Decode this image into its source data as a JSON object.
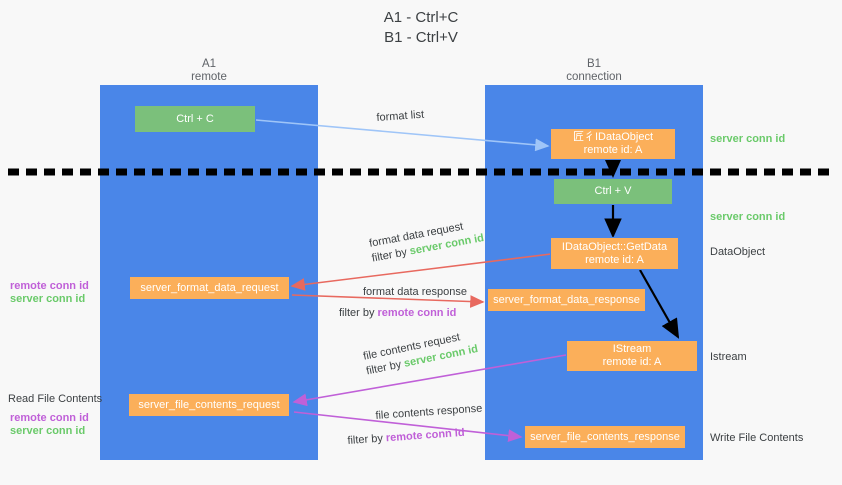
{
  "title": {
    "line1": "A1 - Ctrl+C",
    "line2": "B1 - Ctrl+V"
  },
  "lanes": [
    {
      "name": "A1",
      "sub": "remote"
    },
    {
      "name": "B1",
      "sub": "connection"
    }
  ],
  "colors": {
    "lane": "#4a86e8",
    "green_box": "#7bc07b",
    "orange_box": "#fbaf5a",
    "server_conn_id": "#6aca6a",
    "remote_conn_id": "#c060d8",
    "arrow_blue": "#9fc5f8",
    "arrow_red": "#e8695f",
    "arrow_purple": "#c060d8",
    "arrow_black": "#000000",
    "divider": "#000000"
  },
  "boxes": {
    "ctrl_c": {
      "line1": "Ctrl + C"
    },
    "ctrl_v": {
      "line1": "Ctrl + V"
    },
    "idataobject": {
      "line1": "匠彳IDataObject",
      "line2": "remote id: A"
    },
    "getdata": {
      "line1": "IDataObject::GetData",
      "line2": "remote id: A"
    },
    "istream": {
      "line1": "IStream",
      "line2": "remote id: A"
    },
    "format_data_request": {
      "line1": "server_format_data_request"
    },
    "format_data_response": {
      "line1": "server_format_data_response"
    },
    "file_contents_request": {
      "line1": "server_file_contents_request"
    },
    "file_contents_response": {
      "line1": "server_file_contents_response"
    }
  },
  "annotations": {
    "format_list": "format list",
    "format_data_request": "format data request",
    "format_data_request_filter_pre": "filter by ",
    "format_data_request_filter_id": "server conn id",
    "format_data_response": "format data response",
    "format_data_response_filter_pre": "filter by ",
    "format_data_response_filter_id": "remote conn id",
    "file_contents_request": "file contents request",
    "file_contents_request_filter_pre": "filter by ",
    "file_contents_request_filter_id": "server conn id",
    "file_contents_response": "file contents response",
    "file_contents_response_filter_pre": "filter by ",
    "file_contents_response_filter_id": "remote conn id"
  },
  "side_labels": {
    "right_server_conn_id_top": "server conn id",
    "right_server_conn_id_mid": "server conn id",
    "right_dataobject": "DataObject",
    "right_istream": "Istream",
    "right_write_file_contents": "Write File Contents",
    "left_remote_conn_id_1": "remote conn id",
    "left_server_conn_id_1": "server conn id",
    "left_read_file_contents": "Read File Contents",
    "left_remote_conn_id_2": "remote conn id",
    "left_server_conn_id_2": "server conn id"
  }
}
